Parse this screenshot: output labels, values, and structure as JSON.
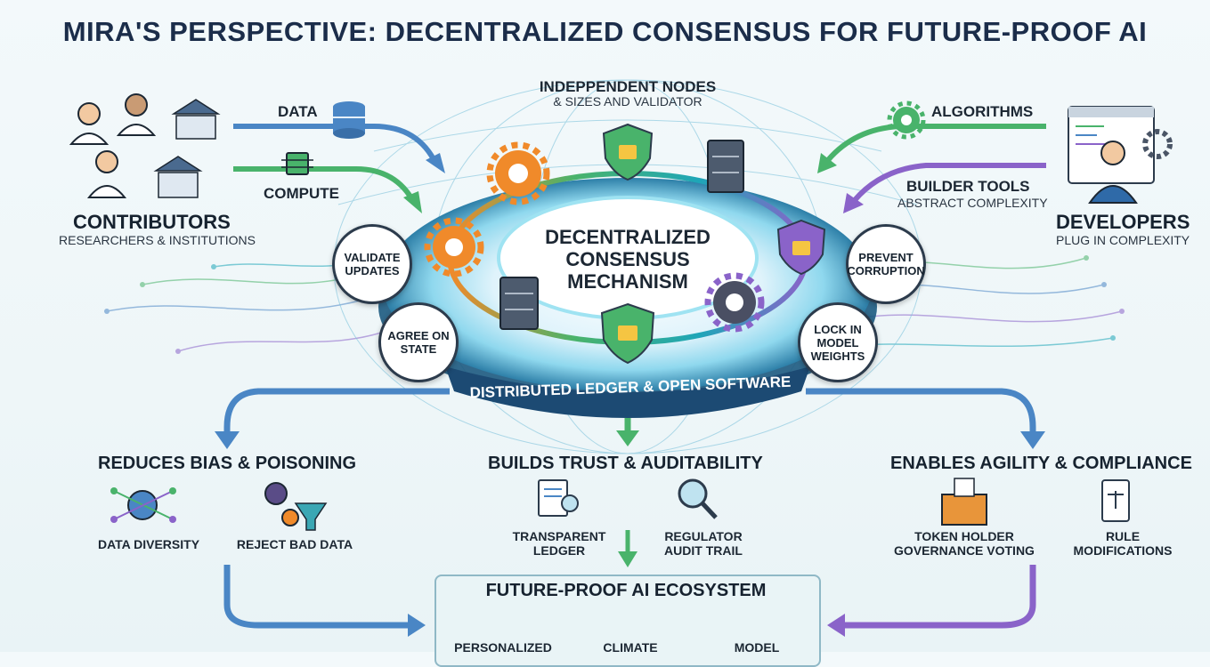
{
  "title": "MIRA'S PERSPECTIVE: DECENTRALIZED CONSENSUS FOR FUTURE-PROOF AI",
  "inputs": {
    "data": "DATA",
    "compute": "COMPUTE",
    "algorithms": "ALGORITHMS",
    "builder_tools": "BUILDER TOOLS",
    "builder_tools_sub": "ABSTRACT COMPLEXITY"
  },
  "nodes_header": {
    "title": "INDEPPENDENT NODES",
    "sub": "& SIZES AND VALIDATOR"
  },
  "contributors": {
    "title": "CONTRIBUTORS",
    "sub": "RESEARCHERS & INSTITUTIONS"
  },
  "developers": {
    "title": "DEVELOPERS",
    "sub": "PLUG IN COMPLEXITY"
  },
  "center": {
    "line1": "DECENTRALIZED",
    "line2": "CONSENSUS",
    "line3": "MECHANISM"
  },
  "ledger_band": "DISTRIBUTED LEDGER & OPEN SOFTWARE",
  "circles": {
    "validate": "VALIDATE UPDATES",
    "agree": "AGREE ON STATE",
    "prevent": "PREVENT CORRUPTION",
    "lock": "LOCK IN MODEL WEIGHTS"
  },
  "outcomes": {
    "bias": {
      "title": "REDUCES BIAS & POISONING",
      "items": [
        "DATA DIVERSITY",
        "REJECT BAD DATA"
      ]
    },
    "trust": {
      "title": "BUILDS TRUST & AUDITABILITY",
      "items": [
        "TRANSPARENT LEDGER",
        "REGULATOR AUDIT TRAIL"
      ]
    },
    "agility": {
      "title": "ENABLES AGILITY & COMPLIANCE",
      "items": [
        "TOKEN HOLDER GOVERNANCE VOTING",
        "RULE MODIFICATIONS"
      ]
    }
  },
  "ecosystem": {
    "title": "FUTURE-PROOF AI ECOSYSTEM",
    "items": [
      "PERSONALIZED",
      "CLIMATE",
      "MODEL"
    ]
  },
  "icons": [
    "person-scientist-icon",
    "database-icon",
    "chip-icon",
    "bank-icon",
    "gear-icon",
    "shield-lock-icon",
    "server-icon",
    "code-window-icon",
    "network-globe-icon",
    "funnel-icon",
    "document-search-icon",
    "magnifier-icon",
    "ballot-box-icon",
    "scroll-scale-icon",
    "doctor-icon",
    "globe-icon",
    "brain-icon"
  ],
  "colors": {
    "blue": "#4a86c5",
    "green": "#49b36b",
    "purple": "#8a63c9",
    "orange": "#f08a2a",
    "teal": "#1ea6b8",
    "navy": "#1b2d4a"
  }
}
